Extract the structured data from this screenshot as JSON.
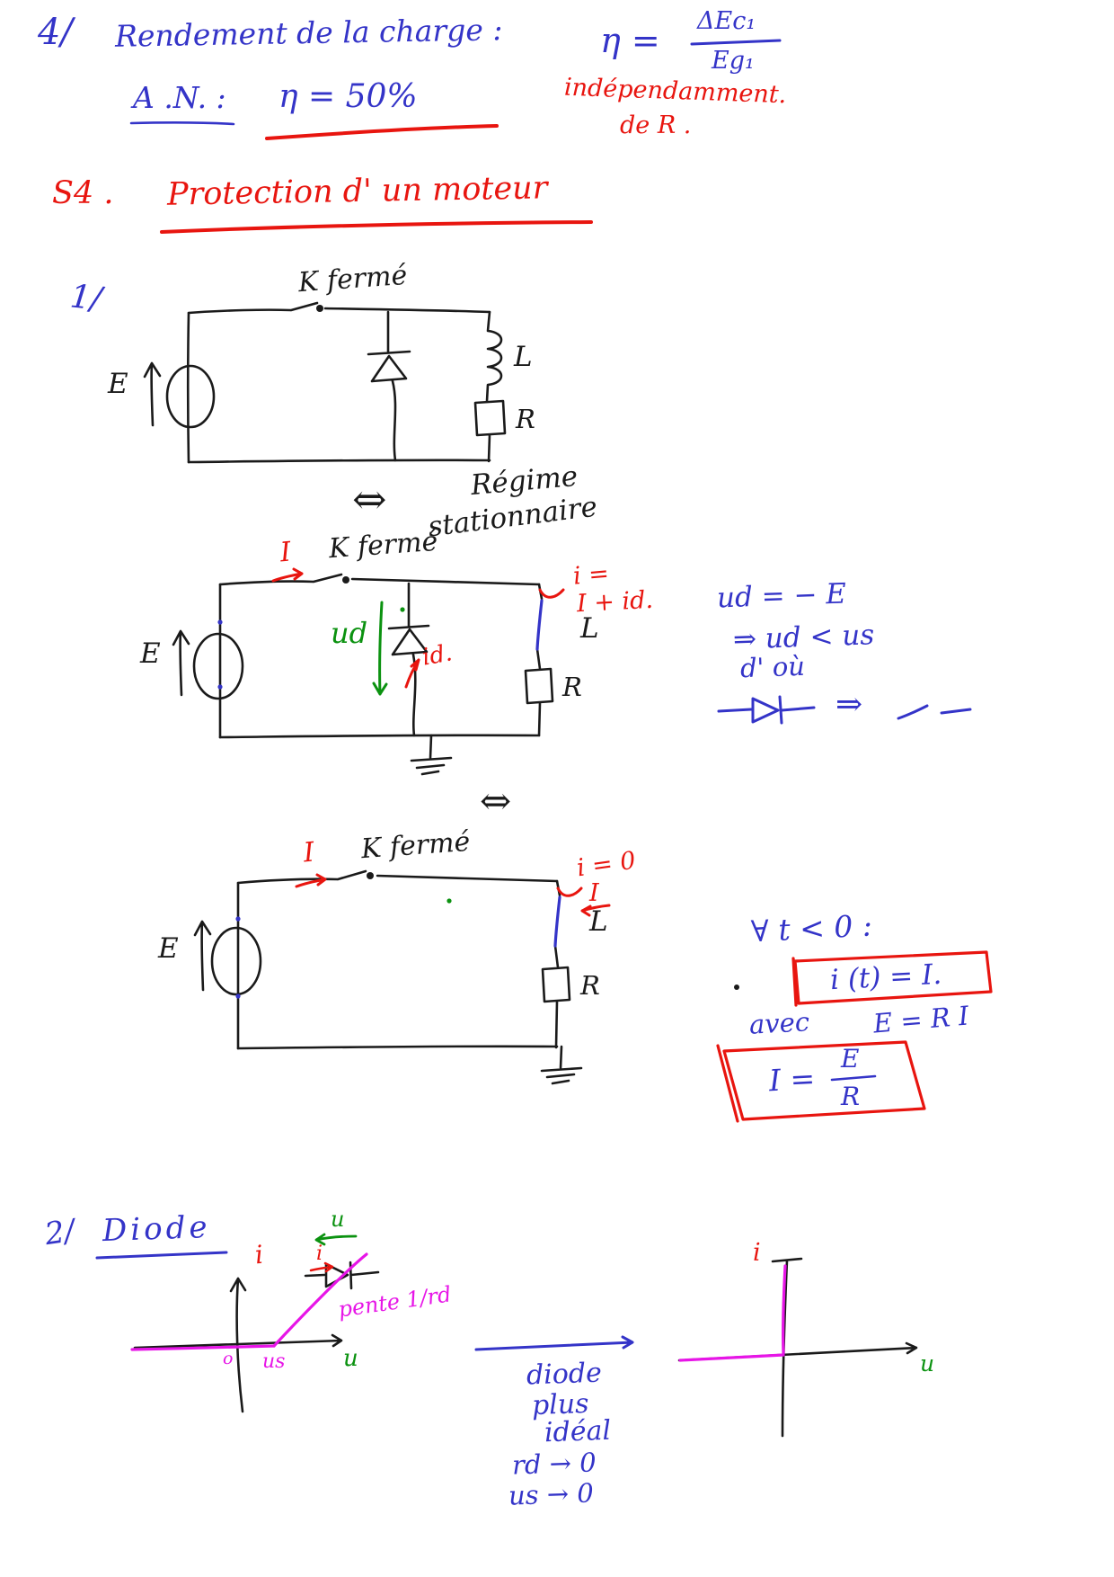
{
  "colors": {
    "ink_blue": "#3434c8",
    "ink_red": "#e8150f",
    "ink_green": "#0b9210",
    "ink_magenta": "#e715e7",
    "ink_black": "#1a1a1a",
    "paper": "#ffffff"
  },
  "header": {
    "item_number": "4/",
    "title": "Rendement de la charge :",
    "eta_equals": "η =",
    "fraction_numerator": "ΔEc₁",
    "fraction_denominator": "Eg₁",
    "an_label": "A .N. :",
    "an_result": "η = 50%",
    "note_line1": "indépendamment.",
    "note_line2": "de R ."
  },
  "section": {
    "number": "S4 .",
    "title": "Protection d' un moteur"
  },
  "circuit1": {
    "number": "1/",
    "switch": "K fermé",
    "source": "E",
    "inductor": "L",
    "resistor": "R"
  },
  "equivalence1": {
    "arrow": "⇔",
    "caption_line1": "Régime",
    "caption_line2": "stationnaire"
  },
  "circuit2": {
    "current": "I",
    "switch": "K fermé",
    "source": "E",
    "diode_voltage": "ud",
    "diode_current": "id.",
    "branch_current_line1": "i =",
    "branch_current_line2": "I + id.",
    "inductor": "L",
    "resistor": "R"
  },
  "analysis2": {
    "eq1": "ud = − E",
    "eq2": "⇒ ud < us",
    "eq3": "d' où",
    "implies": "⇒"
  },
  "equivalence2": {
    "arrow": "⇔"
  },
  "circuit3": {
    "current": "I",
    "switch": "K fermé",
    "source": "E",
    "branch_current": "i = 0",
    "branch_current_value": "I",
    "inductor": "L",
    "resistor": "R"
  },
  "analysis3": {
    "condition": "∀ t < 0 :",
    "boxed_result": "i (t) = I.",
    "avec": "avec",
    "ohm_law": "E = R I",
    "boxed_lhs": "I =",
    "boxed_frac_num": "E",
    "boxed_frac_den": "R"
  },
  "diode_section": {
    "number": "2/",
    "title": "Diode",
    "graph_left": {
      "i_axis": "i",
      "u_axis": "u",
      "origin": "o",
      "threshold": "us",
      "slope_label": "pente 1/rd",
      "symbol_u": "u",
      "symbol_i": "i"
    },
    "transformation": {
      "line1": "diode",
      "line2": "plus",
      "line3": "idéal",
      "line4": "rd → 0",
      "line5": "us → 0"
    },
    "graph_right": {
      "i_axis": "i",
      "u_axis": "u"
    }
  }
}
